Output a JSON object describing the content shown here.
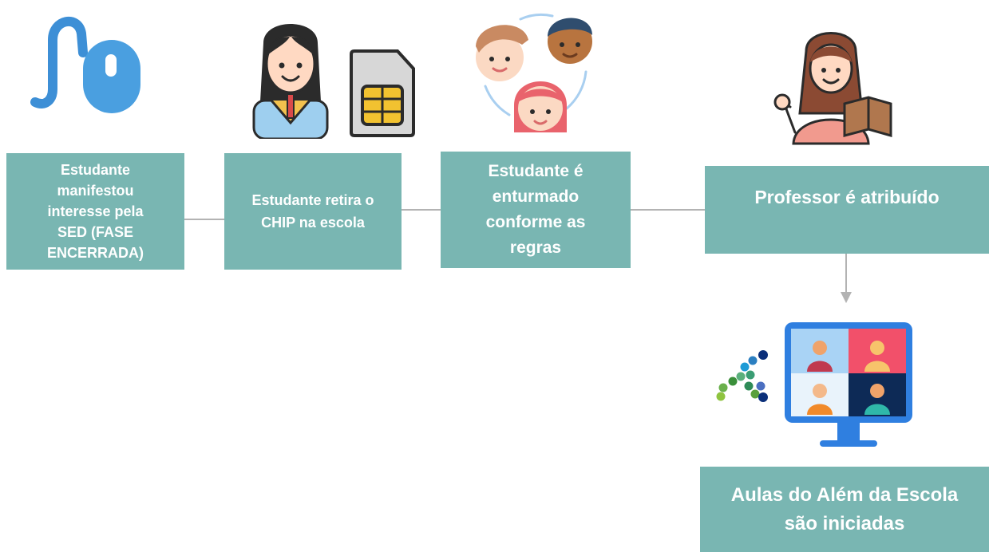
{
  "flow": {
    "steps": [
      {
        "text": "Estudante\nmanifestou\ninteresse pela\nSED  (FASE\nENCERRADA)",
        "icon": "mouse-icon"
      },
      {
        "text": "Estudante retira o\nCHIP na escola",
        "icon": "student-sim-chip-icon"
      },
      {
        "text": "Estudante é\nenturmado\nconforme as\nregras",
        "icon": "student-group-icon"
      },
      {
        "text": "Professor é atribuído",
        "icon": "teacher-icon"
      },
      {
        "text": "Aulas do Além da Escola\nsão iniciadas",
        "icon": "video-conference-monitor-icon"
      }
    ]
  },
  "colors": {
    "box_fill": "#79b6b2",
    "box_text": "#ffffff",
    "connector": "#b3b3b3"
  }
}
